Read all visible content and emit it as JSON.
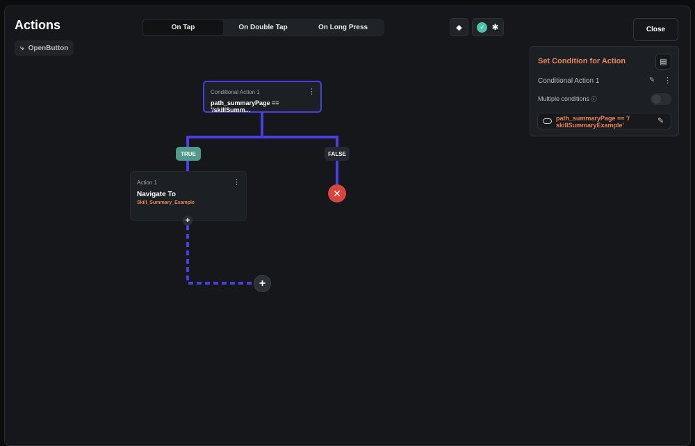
{
  "header": {
    "title": "Actions",
    "widget_chip": "OpenButton",
    "close_label": "Close"
  },
  "tabs": [
    {
      "label": "On Tap",
      "active": true
    },
    {
      "label": "On Double Tap",
      "active": false
    },
    {
      "label": "On Long Press",
      "active": false
    }
  ],
  "panel": {
    "title": "Set Condition for Action",
    "action_name": "Conditional Action 1",
    "multiple_conditions_label": "Multiple conditions",
    "multiple_conditions_enabled": false,
    "condition_line1": "path_summaryPage  ==  '/",
    "condition_line2": "skillSummaryExample'"
  },
  "flow": {
    "conditional_node": {
      "label": "Conditional Action 1",
      "expression": "path_summaryPage == '/skillSumm..."
    },
    "true_label": "TRUE",
    "false_label": "FALSE",
    "action_node": {
      "label": "Action 1",
      "title": "Navigate To",
      "target": "Skill_Summary_Example"
    }
  },
  "colors": {
    "accent": "#4a3fe0",
    "orange": "#e8875a",
    "true": "#4f9a8a",
    "error": "#d9463f"
  }
}
